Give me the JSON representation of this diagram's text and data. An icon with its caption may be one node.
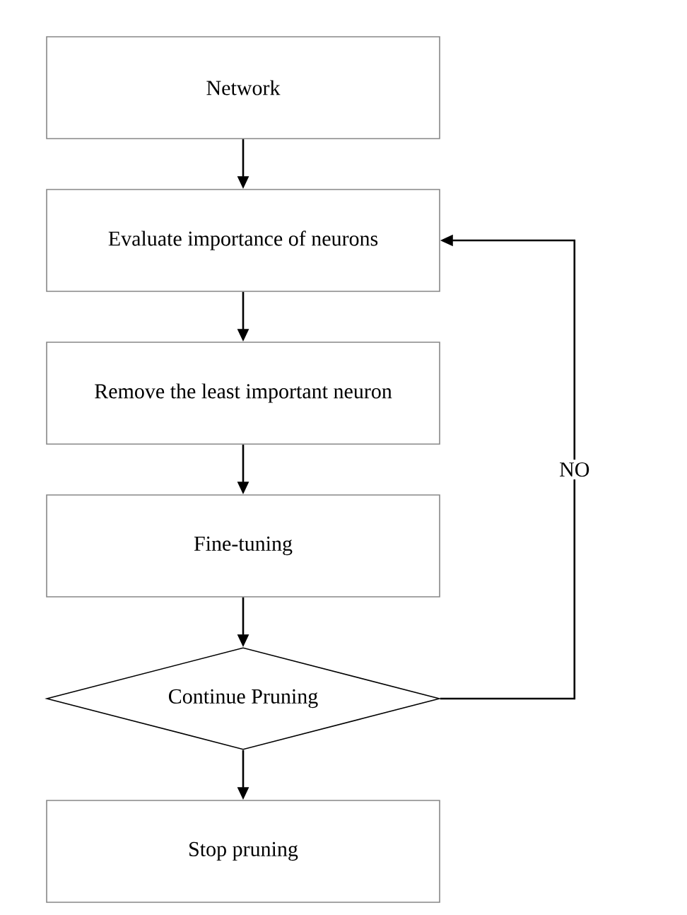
{
  "diagram": {
    "nodes": [
      {
        "text": [
          "Network"
        ]
      },
      {
        "text": [
          "Evaluate importance of neurons"
        ]
      },
      {
        "text": [
          "Remove the least important neuron"
        ]
      },
      {
        "text": [
          "Fine-tuning"
        ]
      },
      {
        "text": [
          "Continue Pruning"
        ]
      },
      {
        "text": [
          "Stop pruning"
        ]
      }
    ],
    "edges": [
      {
        "from": 0,
        "to": 1,
        "arrow": "to"
      },
      {
        "from": 1,
        "to": 2,
        "arrow": "to"
      },
      {
        "from": 2,
        "to": 3,
        "arrow": "to"
      },
      {
        "from": 3,
        "to": 4,
        "arrow": "to"
      },
      {
        "from": 4,
        "to": 5,
        "arrow": "to"
      },
      {
        "from": 4,
        "to": 1,
        "label": "NO",
        "arrow": "to"
      }
    ]
  }
}
